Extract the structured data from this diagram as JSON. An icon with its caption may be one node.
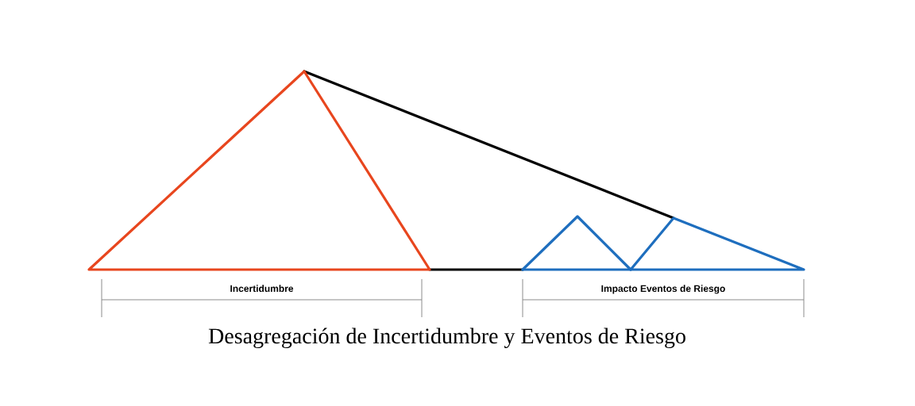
{
  "diagram": {
    "caption": "Desagregación de Incertidumbre y Eventos de Riesgo",
    "labels": [
      "Incertidumbre",
      "Impacto Eventos de Riesgo"
    ]
  }
}
